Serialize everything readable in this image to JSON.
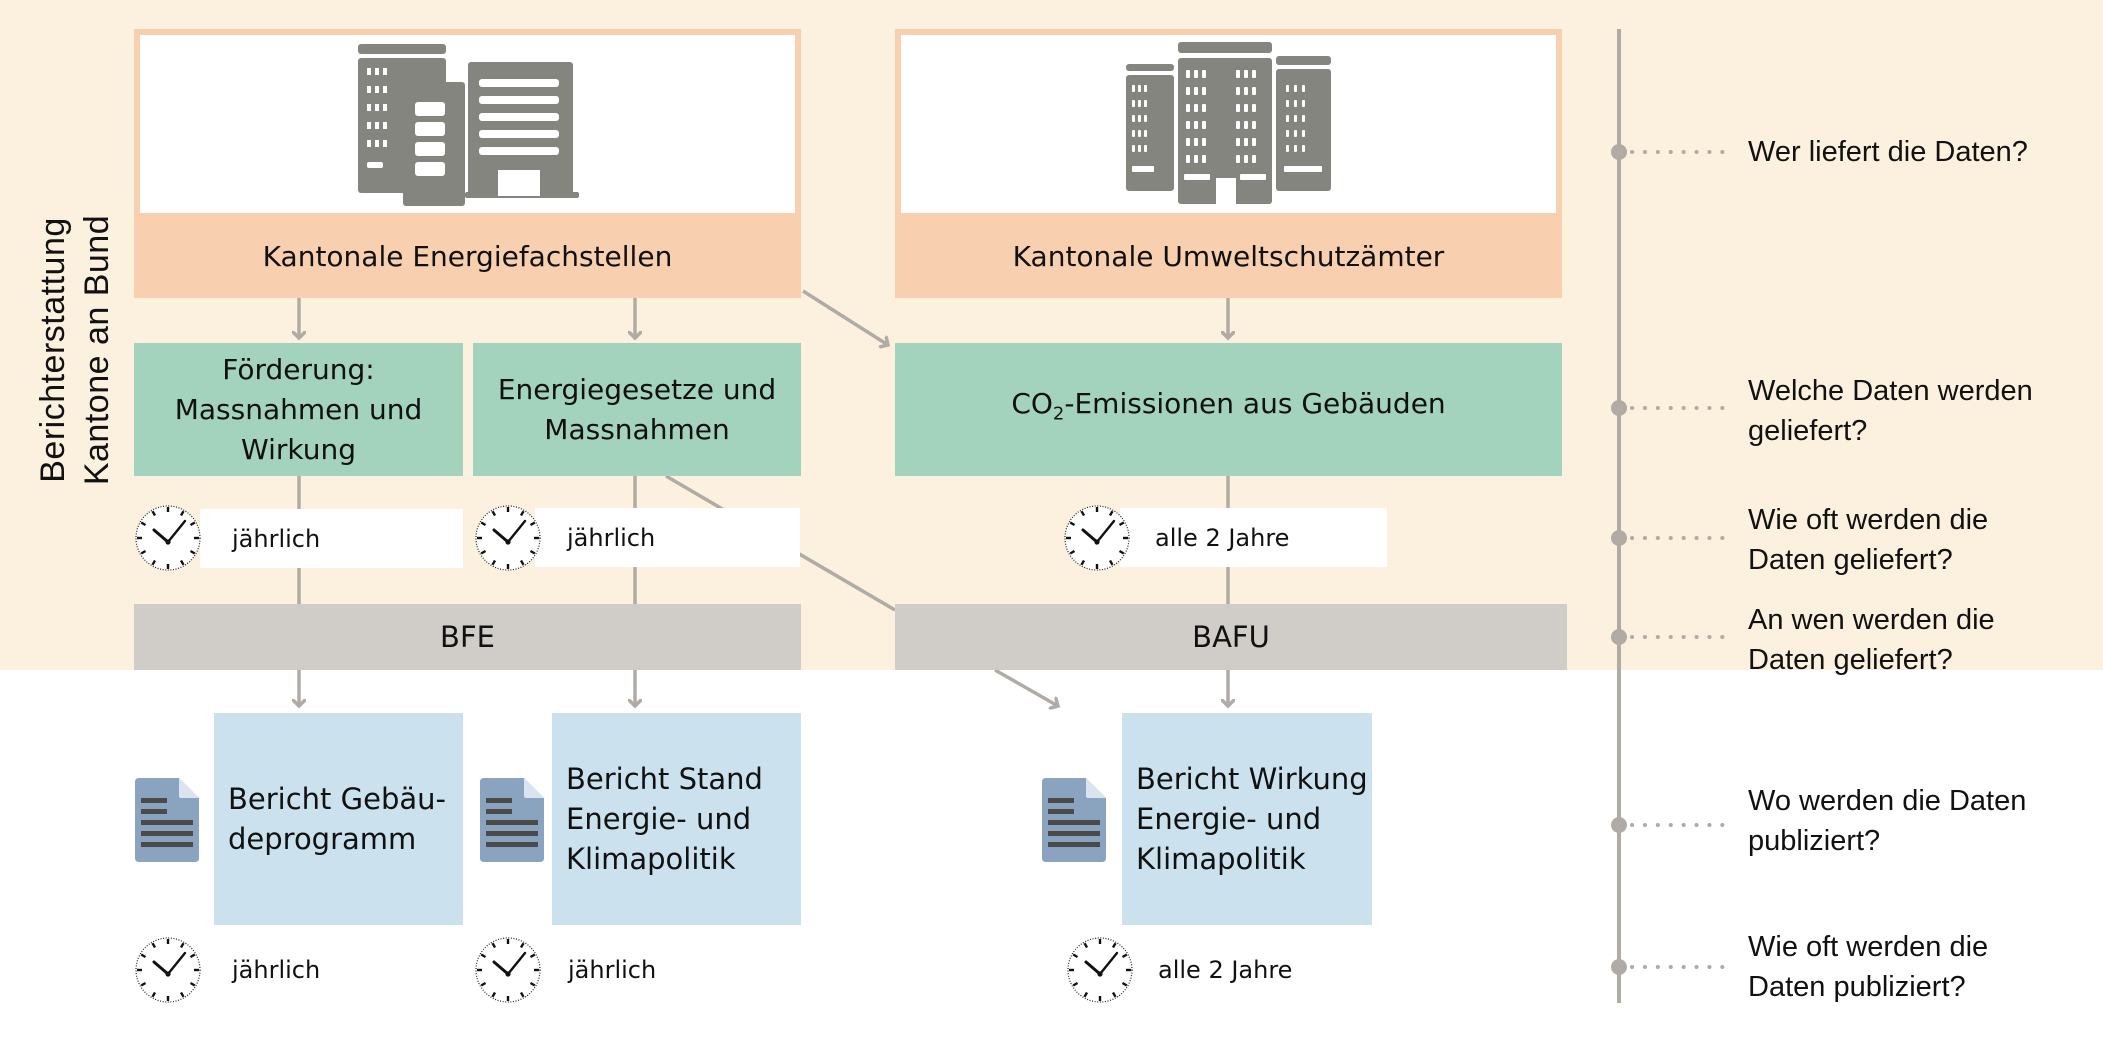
{
  "side_label": {
    "line1": "Berichterstattung",
    "line2": "Kantone an Bund"
  },
  "sources": [
    {
      "label": "Kantonale Energiefachstellen",
      "icon": "office-buildings-icon"
    },
    {
      "label": "Kantonale Umweltschutzämter",
      "icon": "city-buildings-icon"
    }
  ],
  "data_types": [
    {
      "lines": [
        "Förderung:",
        "Massnahmen und",
        "Wirkung"
      ]
    },
    {
      "lines": [
        "Energiegesetze und",
        "Massnahmen"
      ]
    },
    {
      "prefix": "CO",
      "subscript": "2",
      "suffix": "-Emissionen aus Gebäuden"
    }
  ],
  "delivery_frequency": [
    {
      "label": "jährlich",
      "icon": "clock-icon"
    },
    {
      "label": "jährlich",
      "icon": "clock-icon"
    },
    {
      "label": "alle 2 Jahre",
      "icon": "clock-icon"
    }
  ],
  "recipients": [
    {
      "label": "BFE"
    },
    {
      "label": "BAFU"
    }
  ],
  "reports": [
    {
      "lines": [
        "Bericht Gebäu-",
        "deprogramm"
      ],
      "icon": "document-icon"
    },
    {
      "lines": [
        "Bericht Stand",
        "Energie- und",
        "Klimapolitik"
      ],
      "icon": "document-icon"
    },
    {
      "lines": [
        "Bericht Wirkung",
        "Energie- und",
        "Klimapolitik"
      ],
      "icon": "document-icon"
    }
  ],
  "publication_frequency": [
    {
      "label": "jährlich",
      "icon": "clock-icon"
    },
    {
      "label": "jährlich",
      "icon": "clock-icon"
    },
    {
      "label": "alle 2 Jahre",
      "icon": "clock-icon"
    }
  ],
  "questions": [
    {
      "lines": [
        "Wer liefert die Daten?"
      ]
    },
    {
      "lines": [
        "Welche Daten werden",
        "geliefert?"
      ]
    },
    {
      "lines": [
        "Wie oft werden die",
        "Daten geliefert?"
      ]
    },
    {
      "lines": [
        "An wen werden die",
        "Daten geliefert?"
      ]
    },
    {
      "lines": [
        "Wo werden die Daten",
        "publiziert?"
      ]
    },
    {
      "lines": [
        "Wie oft werden die",
        "Daten publiziert?"
      ]
    }
  ],
  "colors": {
    "top_background": "#fcf0df",
    "source_box": "#f8d0b0",
    "data_box": "#a3d3bd",
    "agency_box": "#d0ccc7",
    "report_box": "#cbe2ee",
    "connector": "#b0aca5",
    "building_icon": "#858580",
    "document_icon": "#8aa4bf"
  }
}
